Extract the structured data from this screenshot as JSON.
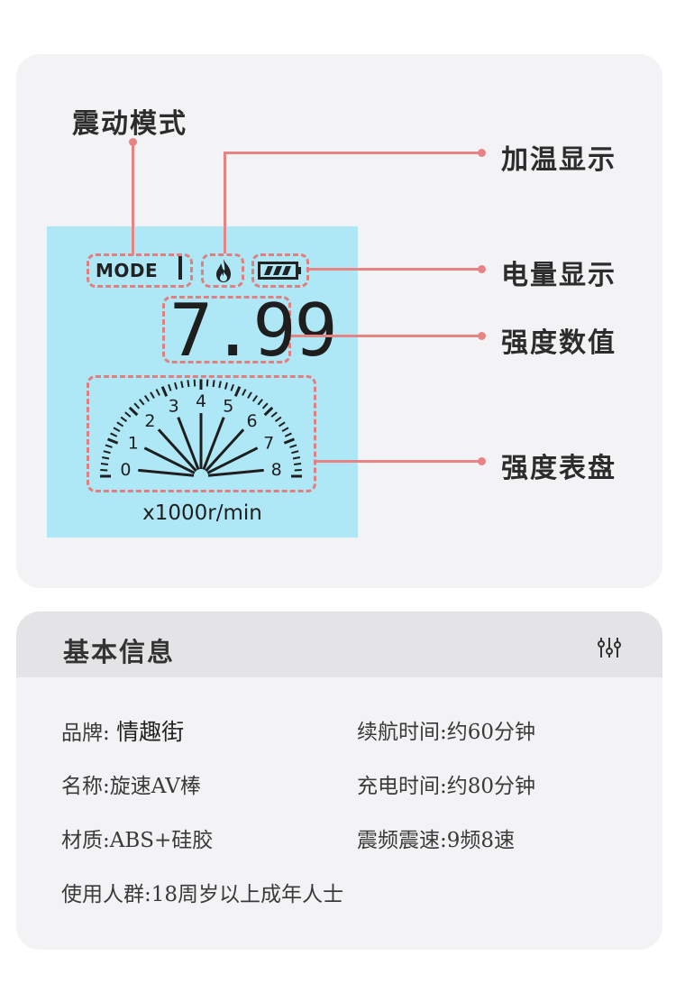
{
  "diagram": {
    "labels": {
      "vibration_mode": "震动模式",
      "heating_display": "加温显示",
      "battery_display": "电量显示",
      "intensity_value": "强度数值",
      "intensity_dial": "强度表盘"
    },
    "lcd": {
      "mode_label": "MODE",
      "intensity_reading": "7.99",
      "dial_ticks": [
        "0",
        "1",
        "2",
        "3",
        "4",
        "5",
        "6",
        "7",
        "8"
      ],
      "unit": "x1000r/min",
      "icons": [
        "flame-icon",
        "battery-icon"
      ]
    },
    "accent_color": "#e88383",
    "lcd_color": "#aee8f6"
  },
  "info": {
    "title": "基本信息",
    "header_icon": "sliders-icon",
    "brand_label": "品牌:",
    "brand_value": "情趣街",
    "name": "名称:旋速AV棒",
    "material": "材质:ABS+硅胶",
    "audience": "使用人群:18周岁以上成年人士",
    "battery_life": "续航时间:约60分钟",
    "charge_time": "充电时间:约80分钟",
    "vibration": "震频震速:9频8速"
  }
}
